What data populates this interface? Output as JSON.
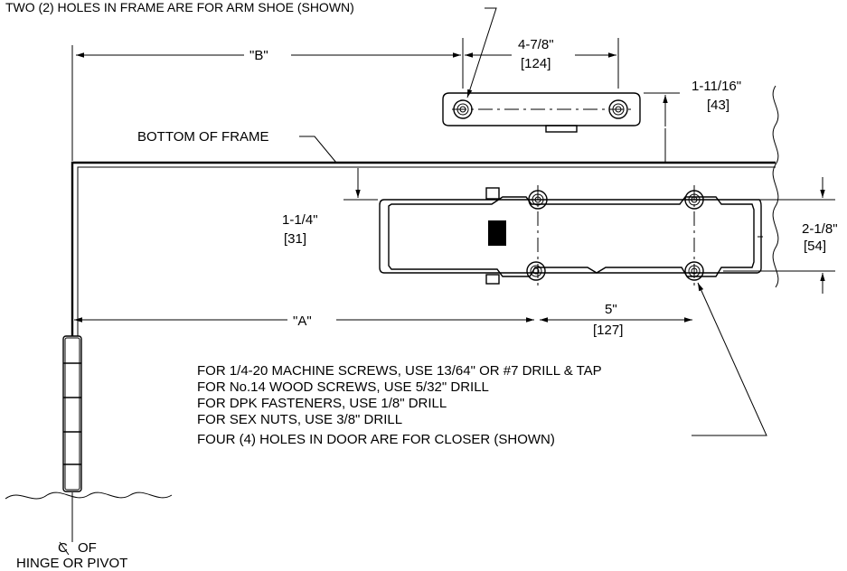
{
  "labels": {
    "arm_shoe_callout": "TWO (2) HOLES IN FRAME ARE FOR ARM SHOE (SHOWN)",
    "bottom_of_frame": "BOTTOM OF FRAME",
    "dim_b": "\"B\"",
    "dim_a": "\"A\"",
    "dim_shoe_width_in": "4-7/8\"",
    "dim_shoe_width_mm": "[124]",
    "dim_shoe_offset_in": "1-11/16\"",
    "dim_shoe_offset_mm": "[43]",
    "dim_closer_offset_in": "1-1/4\"",
    "dim_closer_offset_mm": "[31]",
    "dim_closer_height_in": "2-1/8\"",
    "dim_closer_height_mm": "[54]",
    "dim_hole_spacing_in": "5\"",
    "dim_hole_spacing_mm": "[127]",
    "hinge_label_line1": "OF",
    "hinge_label_cl": "C",
    "hinge_label_line2": "HINGE OR PIVOT"
  },
  "notes": [
    "FOR 1/4-20 MACHINE SCREWS, USE 13/64\" OR #7 DRILL & TAP",
    "FOR No.14 WOOD SCREWS, USE 5/32\" DRILL",
    "FOR DPK FASTENERS, USE 1/8\" DRILL",
    "FOR SEX NUTS, USE 3/8\" DRILL",
    "FOUR (4) HOLES IN DOOR ARE FOR CLOSER (SHOWN)"
  ]
}
